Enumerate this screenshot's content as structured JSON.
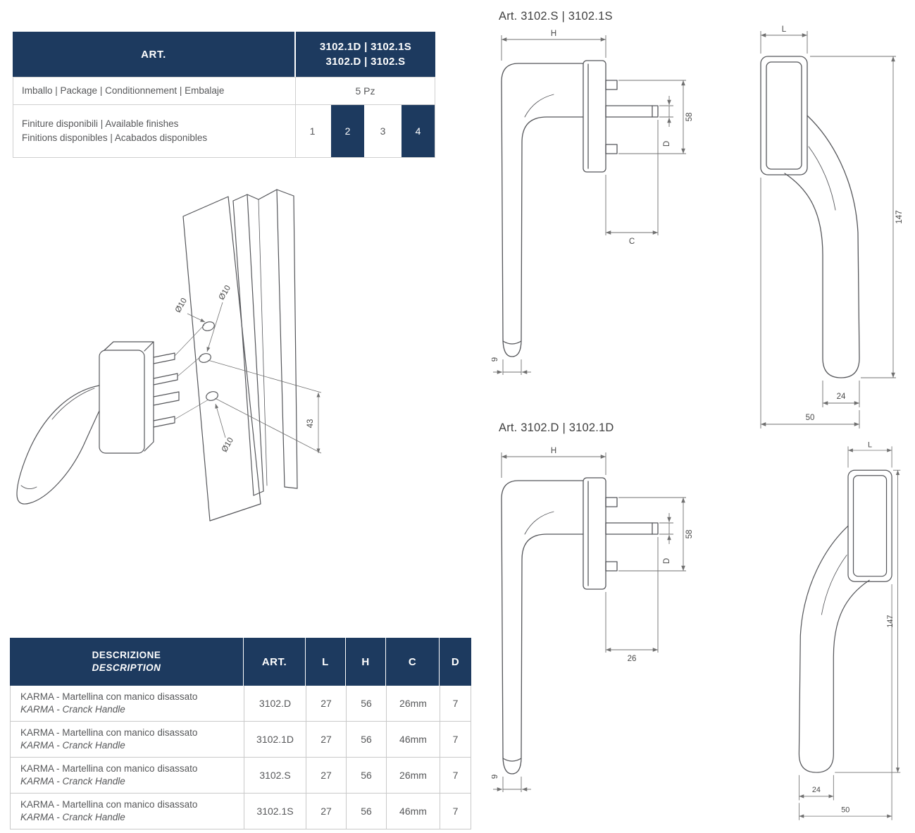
{
  "page": {
    "bg": "#ffffff",
    "accent_navy": "#1d3a5f",
    "line_color": "#55565a"
  },
  "spec_table": {
    "art_label": "ART.",
    "art_line1": "3102.1D | 3102.1S",
    "art_line2": "3102.D | 3102.S",
    "package_label": "Imballo | Package | Conditionnement | Embalaje",
    "package_value": "5 Pz",
    "finishes_label_line1": "Finiture disponibili | Available finishes",
    "finishes_label_line2": "Finitions disponibles | Acabados disponibles",
    "finishes": [
      {
        "label": "1",
        "selected": false
      },
      {
        "label": "2",
        "selected": true
      },
      {
        "label": "3",
        "selected": false
      },
      {
        "label": "4",
        "selected": true
      }
    ]
  },
  "drawings": {
    "exploded": {
      "dia1": "Ø10",
      "dia2": "Ø10",
      "dia3": "Ø10",
      "dim43": "43"
    },
    "top": {
      "title": "Art. 3102.S | 3102.1S",
      "side": {
        "H": "H",
        "d58": "58",
        "D": "D",
        "C": "C",
        "d9": "9"
      },
      "front": {
        "L": "L",
        "d147": "147",
        "d24": "24",
        "d50": "50"
      }
    },
    "bottom": {
      "title": "Art. 3102.D | 3102.1D",
      "side": {
        "H": "H",
        "d58": "58",
        "D": "D",
        "C": "26",
        "d9": "9"
      },
      "front": {
        "L": "L",
        "d147": "147",
        "d24": "24",
        "d50": "50"
      }
    }
  },
  "desc_table": {
    "header": {
      "desc_line1": "DESCRIZIONE",
      "desc_line2": "DESCRIPTION",
      "art": "ART.",
      "l": "L",
      "h": "H",
      "c": "C",
      "d": "D"
    },
    "rows": [
      {
        "desc1": "KARMA - Martellina con manico disassato",
        "desc2": "KARMA - Cranck Handle",
        "art": "3102.D",
        "l": "27",
        "h": "56",
        "c": "26mm",
        "d": "7"
      },
      {
        "desc1": "KARMA - Martellina con manico disassato",
        "desc2": "KARMA - Cranck Handle",
        "art": "3102.1D",
        "l": "27",
        "h": "56",
        "c": "46mm",
        "d": "7"
      },
      {
        "desc1": "KARMA - Martellina con manico disassato",
        "desc2": "KARMA - Cranck Handle",
        "art": "3102.S",
        "l": "27",
        "h": "56",
        "c": "26mm",
        "d": "7"
      },
      {
        "desc1": "KARMA - Martellina con manico disassato",
        "desc2": "KARMA - Cranck Handle",
        "art": "3102.1S",
        "l": "27",
        "h": "56",
        "c": "46mm",
        "d": "7"
      }
    ]
  }
}
